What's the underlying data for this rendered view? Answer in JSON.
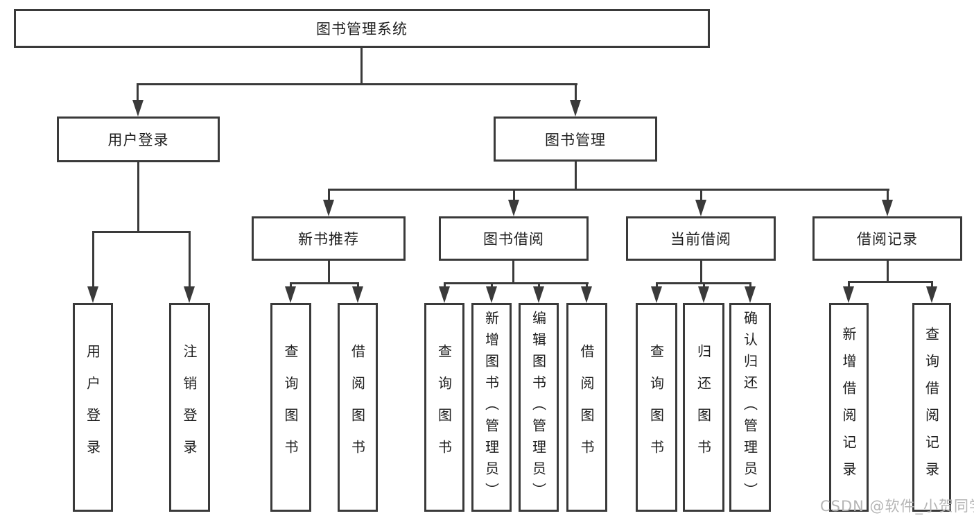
{
  "diagram": {
    "title": "图书管理系统",
    "root": "图书管理系统",
    "branches": [
      {
        "label": "用户登录",
        "children": [
          "用户登录",
          "注销登录"
        ]
      },
      {
        "label": "图书管理",
        "children": [
          {
            "label": "新书推荐",
            "children": [
              "查询图书",
              "借阅图书"
            ]
          },
          {
            "label": "图书借阅",
            "children": [
              "查询图书",
              "新增图书（管理员）",
              "编辑图书（管理员）",
              "借阅图书"
            ]
          },
          {
            "label": "当前借阅",
            "children": [
              "查询图书",
              "归还图书",
              "确认归还（管理员）"
            ]
          },
          {
            "label": "借阅记录",
            "children": [
              "新增借阅记录",
              "查询借阅记录"
            ]
          }
        ]
      }
    ]
  },
  "watermark": "CSDN @软件_小贺同学",
  "colors": {
    "line": "#3a3a3a",
    "box_border": "#3a3a3a",
    "box_fill": "#ffffff",
    "text": "#1d1d1d",
    "background": "#ffffff",
    "watermark": "#b5b5b5"
  }
}
